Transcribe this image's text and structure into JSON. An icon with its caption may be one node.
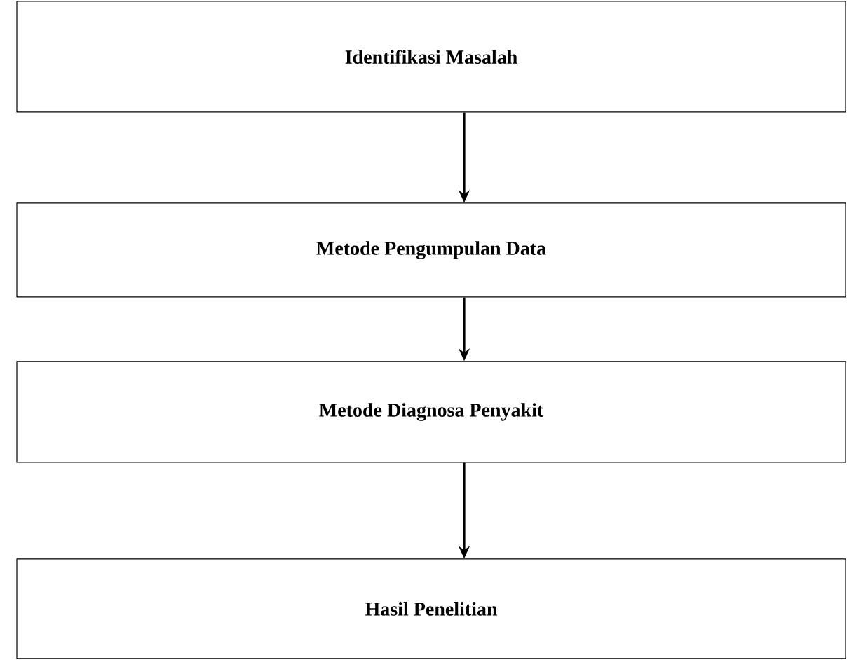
{
  "diagram": {
    "nodes": [
      {
        "text": [
          "Identifikasi Masalah"
        ]
      },
      {
        "text": [
          "Metode Pengumpulan Data"
        ]
      },
      {
        "text": [
          "Metode Diagnosa Penyakit"
        ]
      },
      {
        "text": [
          "Hasil Penelitian"
        ]
      }
    ],
    "edges": [
      {
        "from": 0,
        "to": 1,
        "arrow": "to"
      },
      {
        "from": 1,
        "to": 2,
        "arrow": "to"
      },
      {
        "from": 2,
        "to": 3,
        "arrow": "to"
      }
    ]
  }
}
